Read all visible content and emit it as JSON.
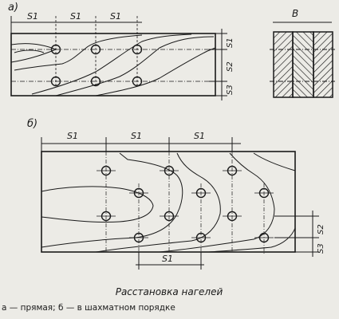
{
  "figure": {
    "panel_a": "а)",
    "panel_b": "б)",
    "section_view": "В",
    "spacing_label": "S1",
    "spacing_s2": "S2",
    "spacing_s3": "S3",
    "caption_title": "Расстановка нагелей",
    "caption_legend": "а — прямая; б — в шахматном порядке"
  },
  "colors": {
    "ink": "#1a1a1a",
    "paper": "#ecebe6"
  }
}
